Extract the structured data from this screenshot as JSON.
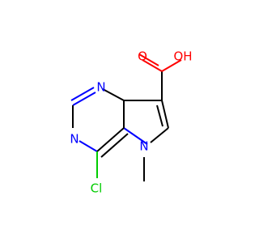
{
  "atoms": {
    "oh": "OH",
    "o_carbonyl": "O",
    "n_top": "N",
    "n_left": "N",
    "n_pyrrole": "N",
    "cl": "Cl"
  },
  "colors": {
    "bond": "#000000",
    "nitrogen": "#0000ff",
    "oxygen": "#ff0000",
    "chlorine": "#00cc00"
  }
}
